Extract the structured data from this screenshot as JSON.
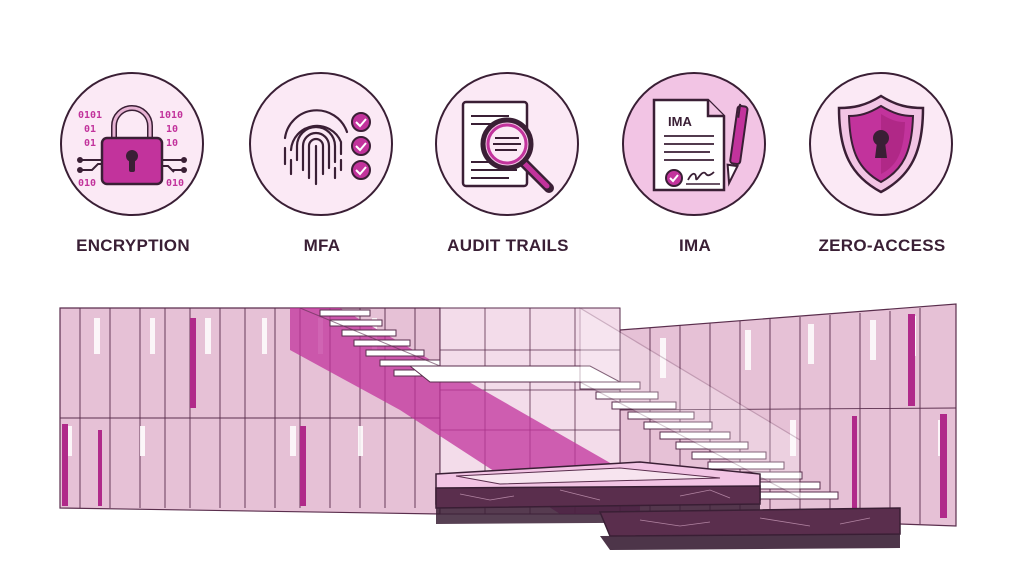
{
  "features": [
    {
      "id": "encryption",
      "label": "ENCRYPTION",
      "icon": "padlock-circuit-icon",
      "binary_text": [
        "0101",
        "01",
        "01",
        "1010",
        "10",
        "10",
        "010",
        "010"
      ]
    },
    {
      "id": "mfa",
      "label": "MFA",
      "icon": "fingerprint-checklist-icon"
    },
    {
      "id": "audit",
      "label": "AUDIT TRAILS",
      "icon": "document-magnifier-icon"
    },
    {
      "id": "ima",
      "label": "IMA",
      "icon": "signed-contract-pen-icon",
      "document_heading": "IMA"
    },
    {
      "id": "zero_access",
      "label": "ZERO-ACCESS",
      "icon": "shield-keyhole-icon"
    }
  ],
  "colors": {
    "outline": "#3a1f35",
    "magenta": "#c2339c",
    "light_pink": "#fbe9f5",
    "mid_pink": "#e7b3d4",
    "wall_pink": "#e6c1d6",
    "marble": "#5a2e4d"
  }
}
